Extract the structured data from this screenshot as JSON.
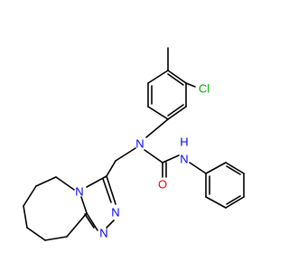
{
  "colors": {
    "bond": "#000000",
    "nitrogen": "#0000ff",
    "oxygen": "#ff0000",
    "chlorine": "#00aa00",
    "carbon": "#000000"
  },
  "labels": {
    "cl": "Cl",
    "nh": "N",
    "nh_h": "H",
    "n_urea": "N",
    "o": "O",
    "n_triazole_bridge": "N",
    "n_triazole_3": "N",
    "n_triazole_4": "N"
  }
}
